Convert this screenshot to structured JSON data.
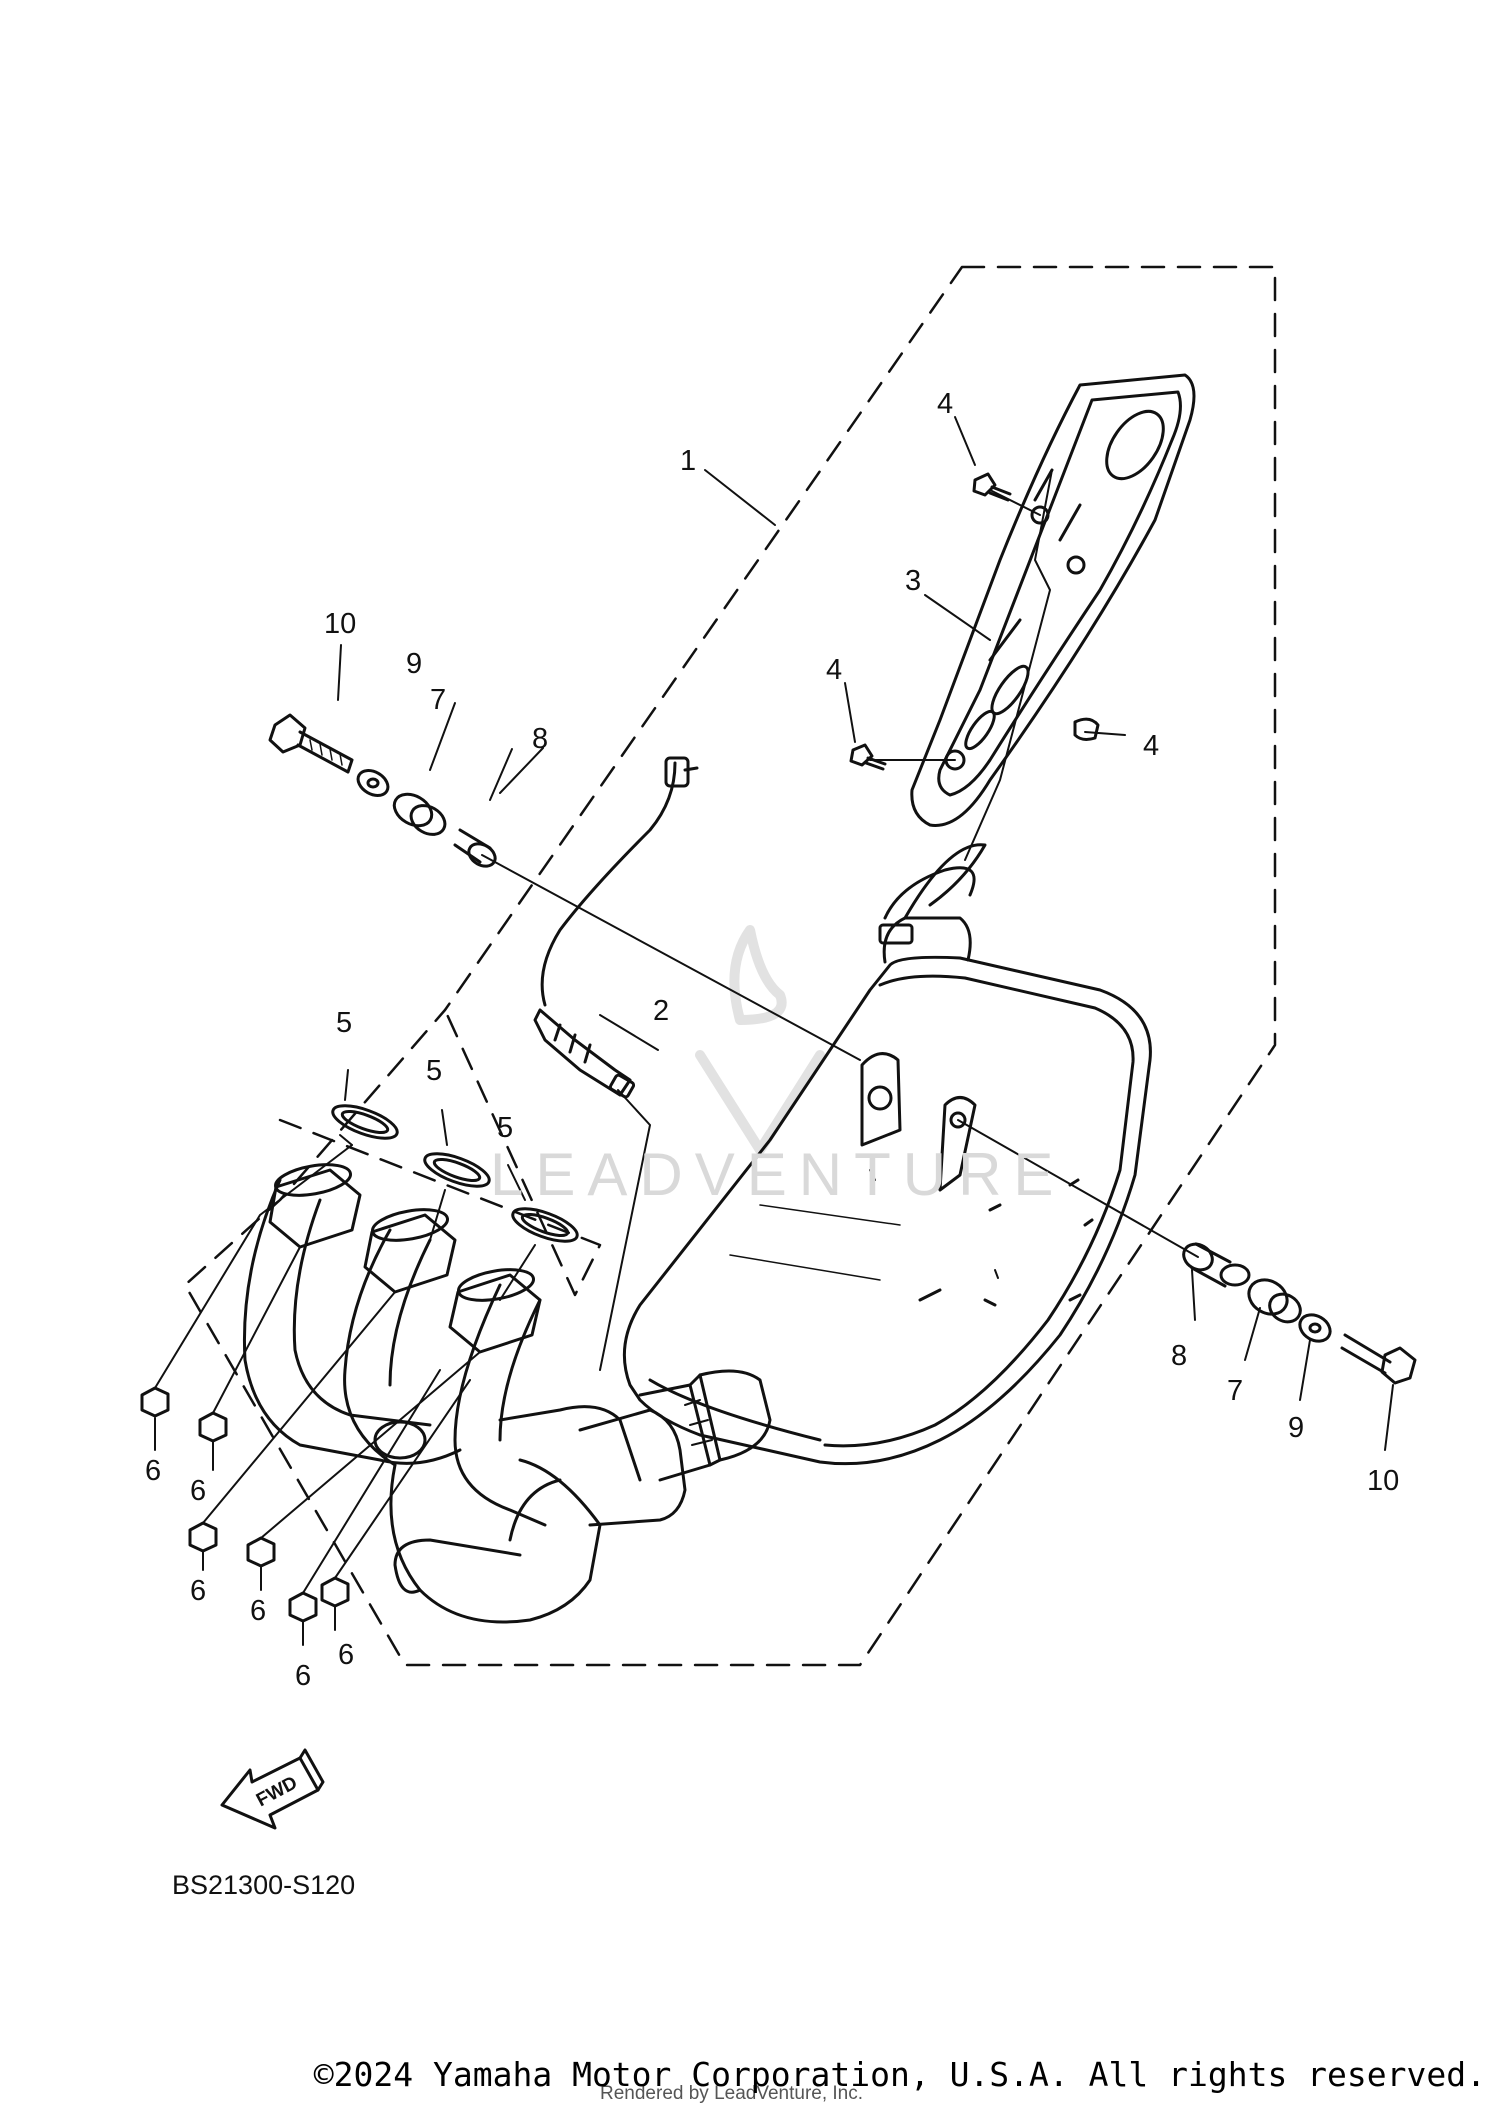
{
  "diagram": {
    "callouts": {
      "c1": "1",
      "c2": "2",
      "c3": "3",
      "c4a": "4",
      "c4b": "4",
      "c4c": "4",
      "c5a": "5",
      "c5b": "5",
      "c5c": "5",
      "c6a": "6",
      "c6b": "6",
      "c6c": "6",
      "c6d": "6",
      "c6e": "6",
      "c6f": "6",
      "c7a": "7",
      "c7b": "7",
      "c8a": "8",
      "c8b": "8",
      "c9a": "9",
      "c9b": "9",
      "c10a": "10",
      "c10b": "10"
    },
    "fwd_label": "FWD",
    "diagram_code": "BS21300-S120"
  },
  "watermark": {
    "text": "LEADVENTURE"
  },
  "footer": {
    "copyright": "©2024 Yamaha Motor Corporation, U.S.A. All rights reserved.",
    "rendered_by": "Rendered by LeadVenture, Inc."
  }
}
